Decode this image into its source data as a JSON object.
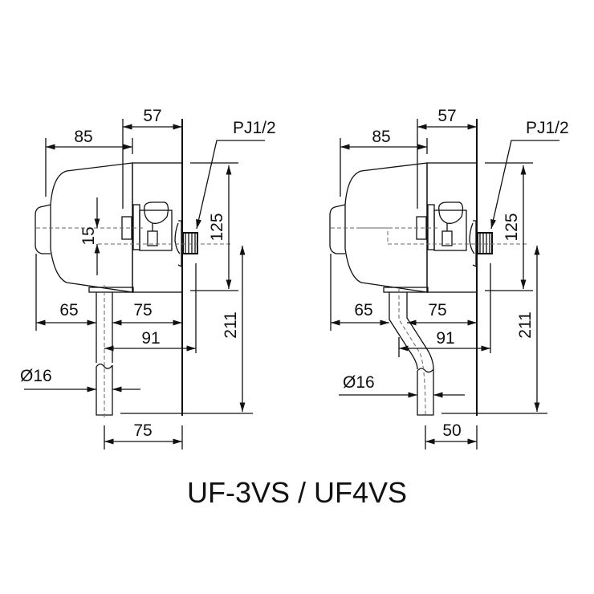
{
  "title": "UF-3VS / UF4VS",
  "drawings": [
    {
      "model": "UF-3VS",
      "dims": {
        "d57": "57",
        "d85": "85",
        "d15": "15",
        "d125": "125",
        "d211": "211",
        "d65": "65",
        "d75": "75",
        "d91": "91",
        "dia": "Ø16",
        "bottom": "75",
        "thread": "PJ1/2"
      }
    },
    {
      "model": "UF4VS",
      "dims": {
        "d57": "57",
        "d85": "85",
        "d125": "125",
        "d211": "211",
        "d65": "65",
        "d75": "75",
        "d91": "91",
        "dia": "Ø16",
        "bottom": "50",
        "thread": "PJ1/2"
      }
    }
  ]
}
